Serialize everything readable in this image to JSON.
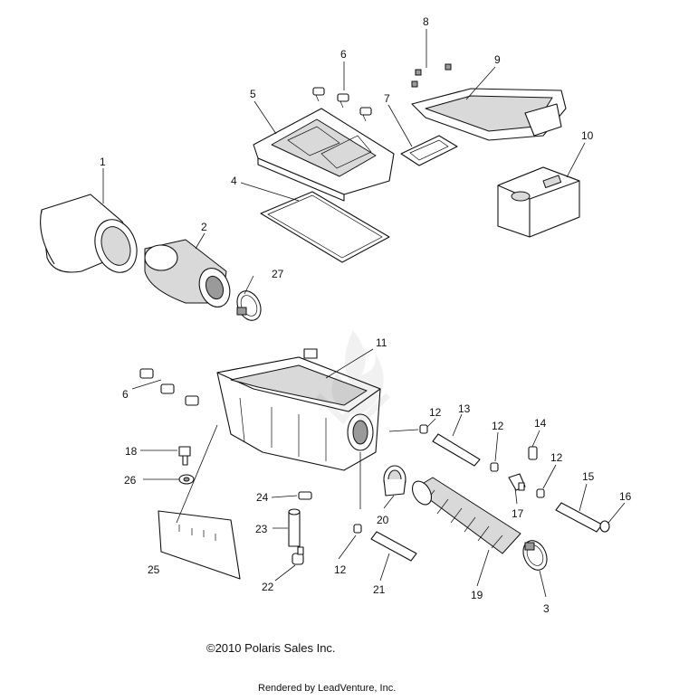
{
  "callouts": {
    "c1": "1",
    "c2": "2",
    "c3": "3",
    "c4": "4",
    "c5": "5",
    "c6a": "6",
    "c6b": "6",
    "c7": "7",
    "c8": "8",
    "c9": "9",
    "c10": "10",
    "c11": "11",
    "c12a": "12",
    "c12b": "12",
    "c12c": "12",
    "c12d": "12",
    "c13": "13",
    "c14": "14",
    "c15": "15",
    "c16": "16",
    "c17": "17",
    "c18": "18",
    "c19": "19",
    "c20": "20",
    "c21": "21",
    "c22": "22",
    "c23": "23",
    "c24": "24",
    "c25": "25",
    "c26": "26",
    "c27": "27"
  },
  "footer": {
    "copyright": "©2010 Polaris Sales Inc.",
    "rendered_by": "Rendered by LeadVenture, Inc."
  },
  "colors": {
    "line": "#111111",
    "fill": "#ffffff",
    "shade": "#d9d9d9"
  }
}
